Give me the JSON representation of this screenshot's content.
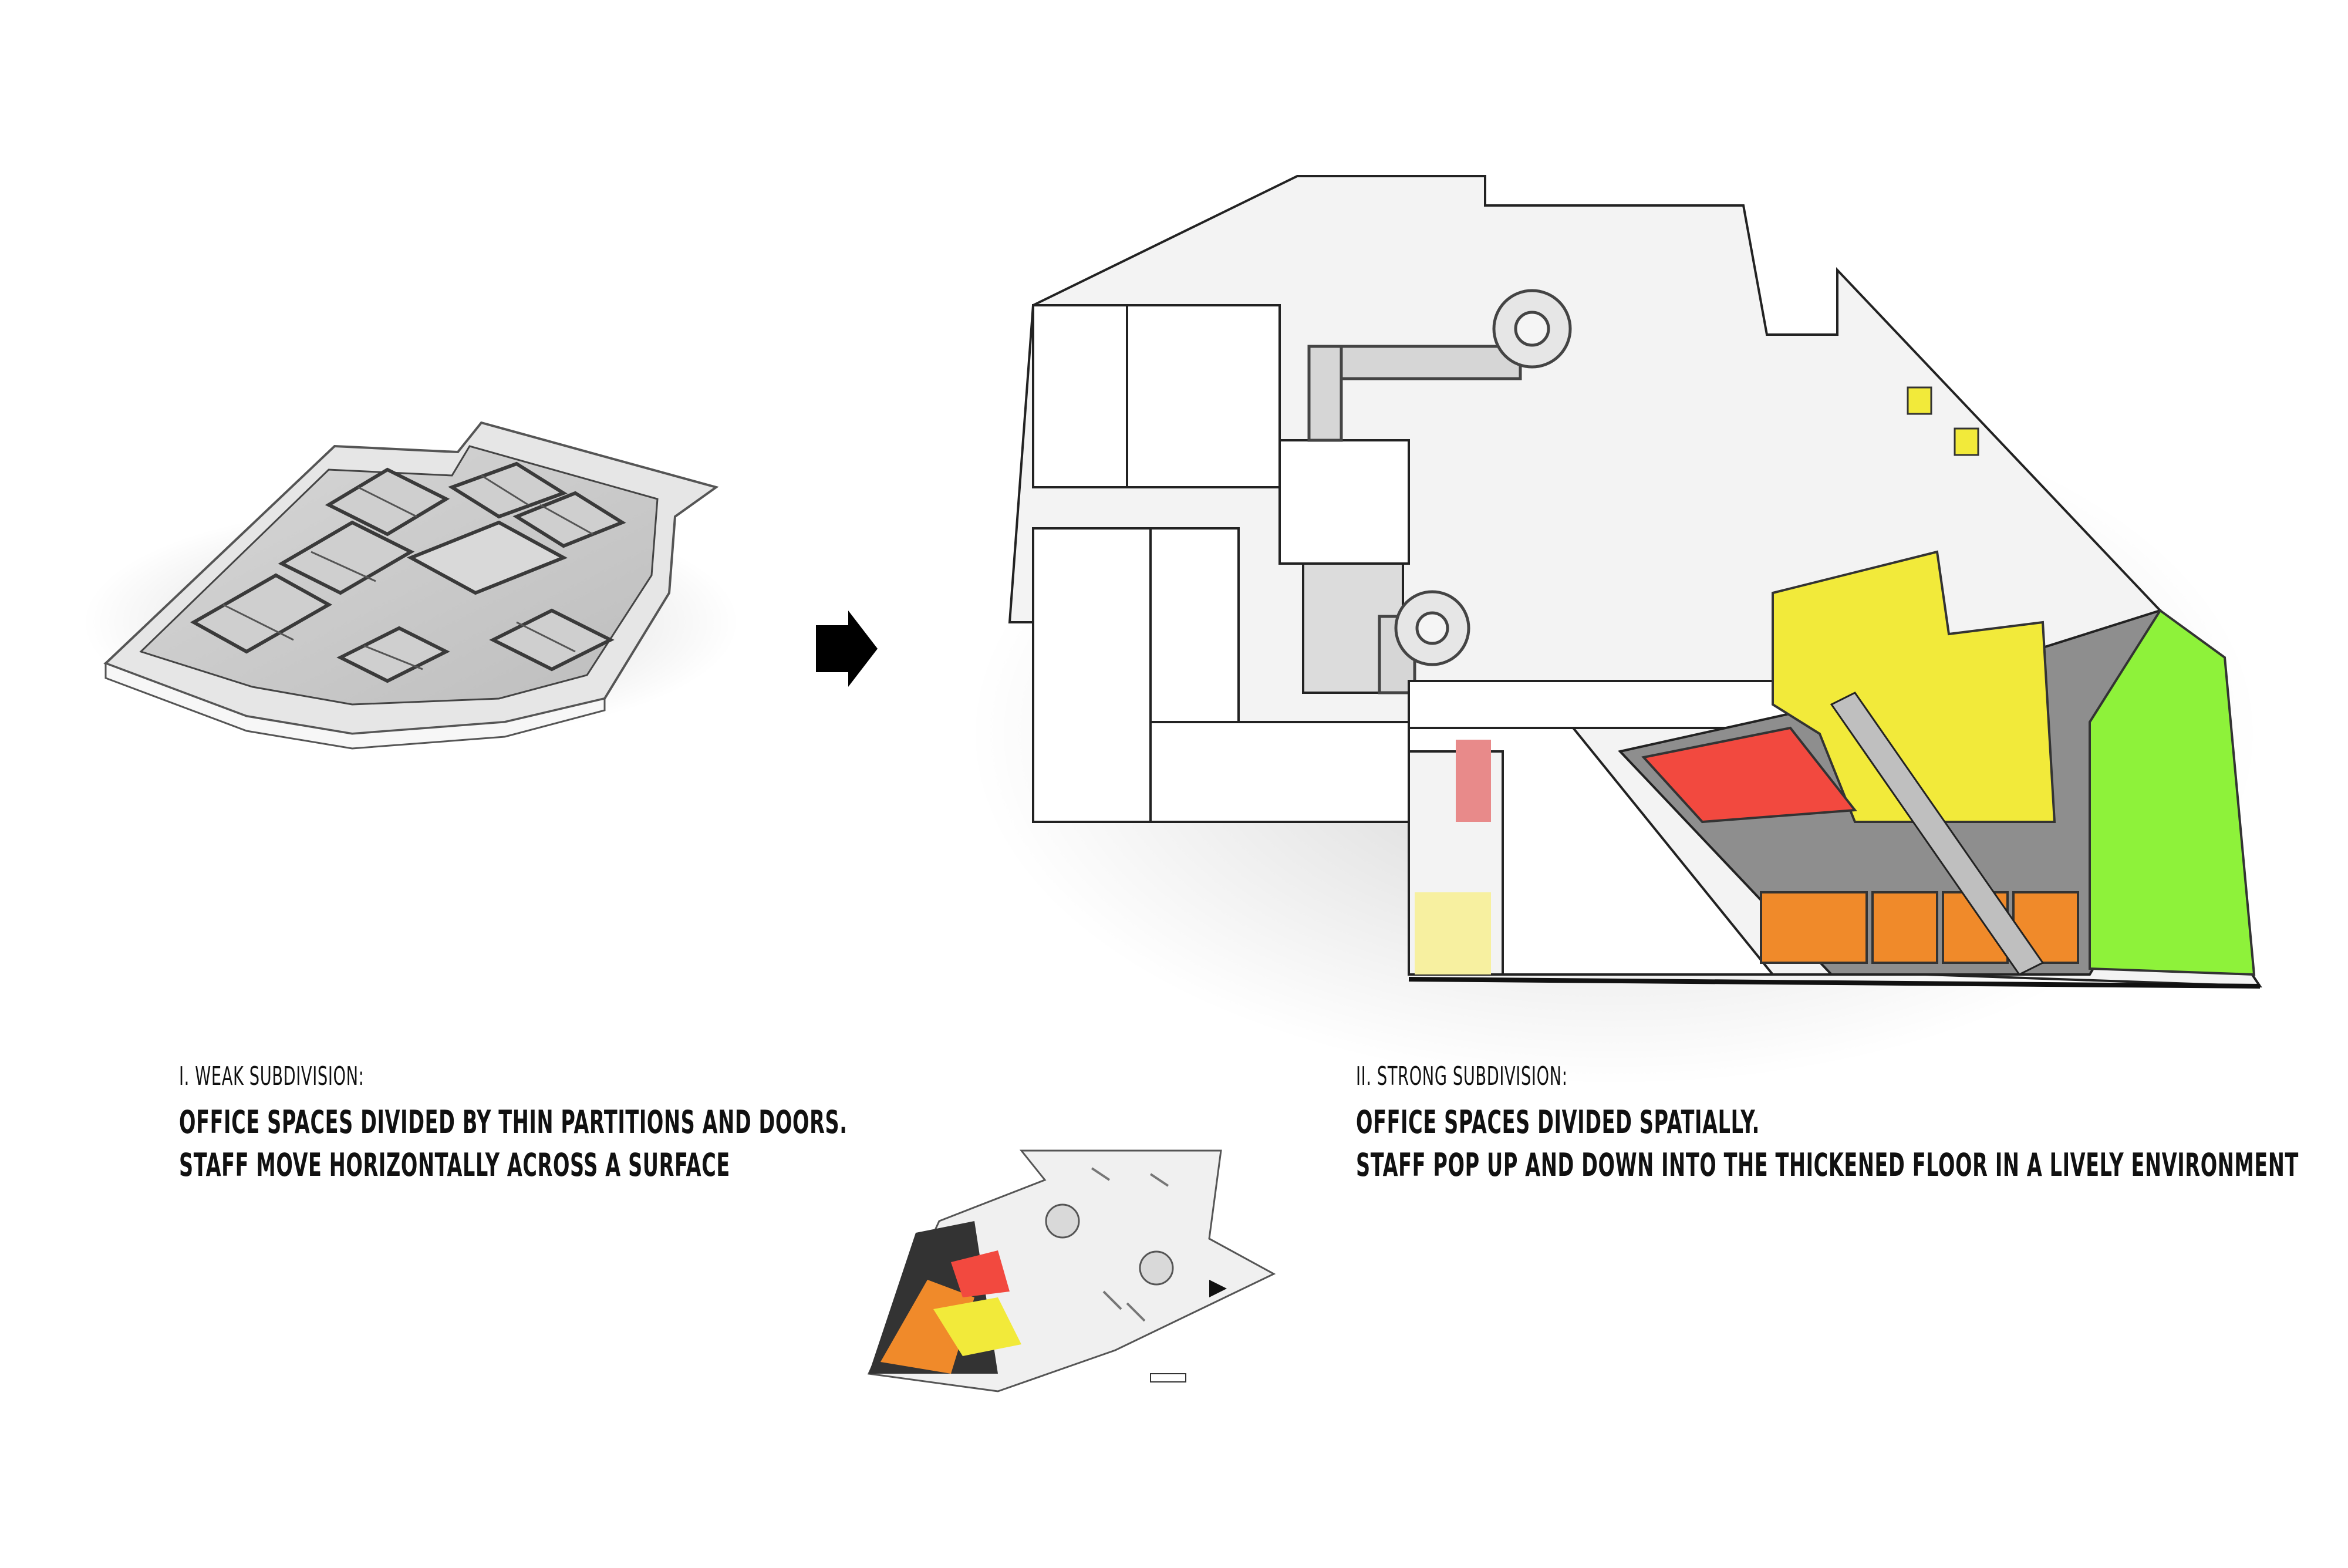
{
  "captions": {
    "weak": {
      "heading": "I. WEAK SUBDIVISION:",
      "line1": "OFFICE SPACES DIVIDED BY THIN PARTITIONS AND DOORS.",
      "line2": "STAFF MOVE HORIZONTALLY ACROSS A SURFACE"
    },
    "strong": {
      "heading": "II. STRONG SUBDIVISION:",
      "line1": "OFFICE SPACES DIVIDED SPATIALLY.",
      "line2": "STAFF POP UP AND DOWN INTO THE THICKENED FLOOR IN A LIVELY ENVIRONMENT"
    }
  },
  "colors": {
    "yellow_zone": "#f2ea3a",
    "red_zone": "#f2493f",
    "orange_zone": "#f08a2a",
    "green_zone": "#8ef23a",
    "pale_yellow_zone": "#f7f0a0",
    "pink_zone": "#e88a8a"
  },
  "icons": {
    "arrow": "right-arrow-icon"
  }
}
